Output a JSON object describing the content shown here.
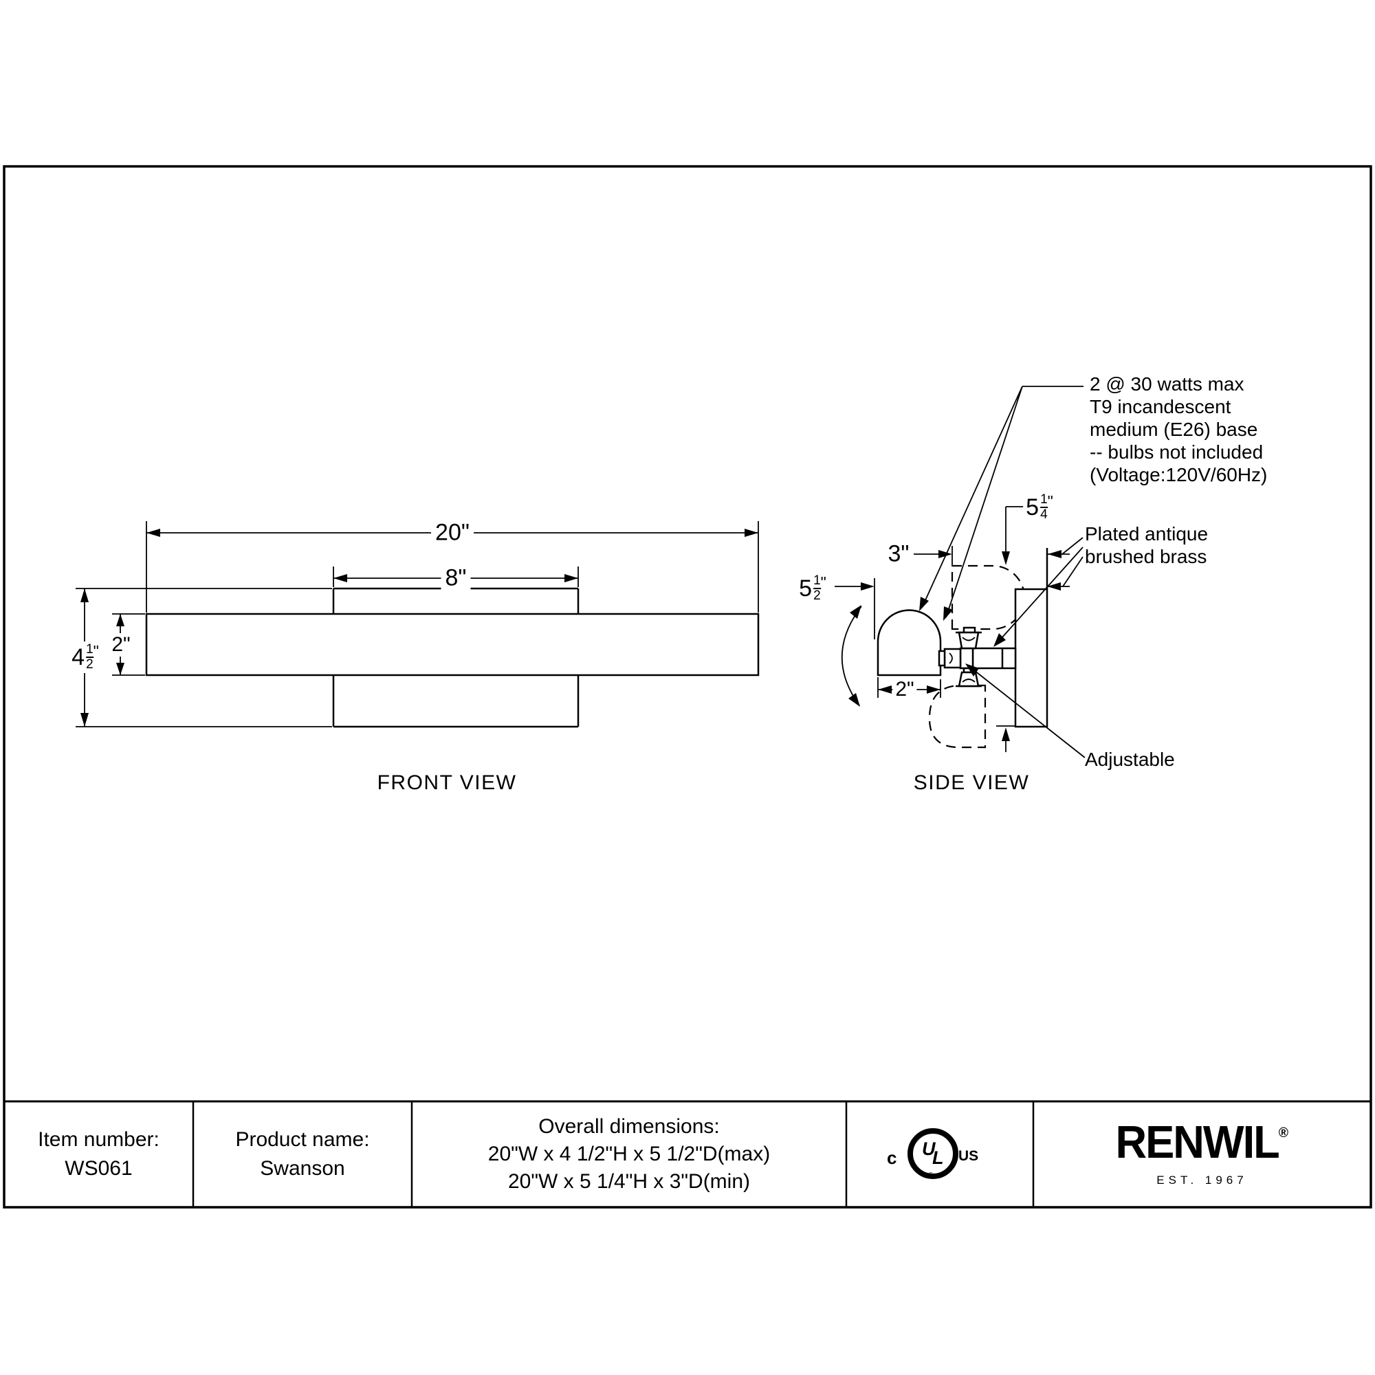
{
  "colors": {
    "ink": "#000000",
    "background": "#ffffff"
  },
  "views": {
    "front_label": "FRONT VIEW",
    "side_label": "SIDE VIEW"
  },
  "annotations": {
    "bulb_lines": [
      "2 @ 30 watts max",
      "T9 incandescent",
      "medium (E26) base",
      "-- bulbs not included",
      "(Voltage:120V/60Hz)"
    ],
    "finish_line1": "Plated antique",
    "finish_line2": "brushed brass",
    "adjustable": "Adjustable"
  },
  "dims": {
    "front_width": "20\"",
    "front_backplate_width": "8\"",
    "front_bar_height": "2\"",
    "front_total_height": {
      "whole": "4",
      "num": "1",
      "den": "2",
      "unit": "\""
    },
    "side_max_depth": {
      "whole": "5",
      "num": "1",
      "den": "2",
      "unit": "\""
    },
    "side_min_depth": "3\"",
    "side_total_height": {
      "whole": "5",
      "num": "1",
      "den": "4",
      "unit": "\""
    },
    "side_shade_width": "2\""
  },
  "title_block": {
    "item_number_label": "Item number:",
    "item_number_value": "WS061",
    "product_name_label": "Product name:",
    "product_name_value": "Swanson",
    "overall_dims_label": "Overall dimensions:",
    "overall_dims_max": "20\"W x 4 1/2\"H x 5 1/2\"D(max)",
    "overall_dims_min": "20\"W x 5 1/4\"H x 3\"D(min)"
  },
  "ul_logo": {
    "c": "c",
    "u": "U",
    "l": "L",
    "registered": "®",
    "us": "US"
  },
  "brand": {
    "name": "RENWIL",
    "registered": "®",
    "established": "EST. 1967"
  }
}
